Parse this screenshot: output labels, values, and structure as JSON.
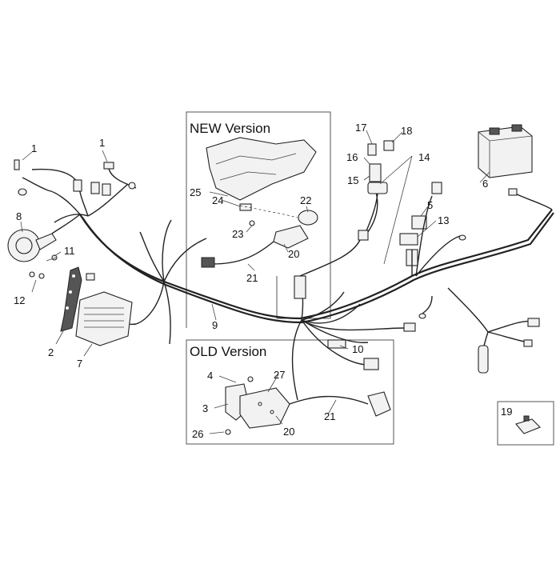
{
  "diagram": {
    "new_version_label": "NEW Version",
    "old_version_label": "OLD Version",
    "callouts": {
      "c1a": "1",
      "c1b": "1",
      "c2": "2",
      "c3": "3",
      "c4": "4",
      "c5": "5",
      "c6": "6",
      "c7": "7",
      "c8": "8",
      "c9": "9",
      "c10": "10",
      "c11": "11",
      "c12": "12",
      "c13": "13",
      "c14": "14",
      "c15": "15",
      "c16": "16",
      "c17": "17",
      "c18": "18",
      "c19": "19",
      "c20new": "20",
      "c20old": "20",
      "c21new": "21",
      "c21old": "21",
      "c22": "22",
      "c23": "23",
      "c24": "24",
      "c25": "25",
      "c26": "26",
      "c27": "27"
    }
  }
}
